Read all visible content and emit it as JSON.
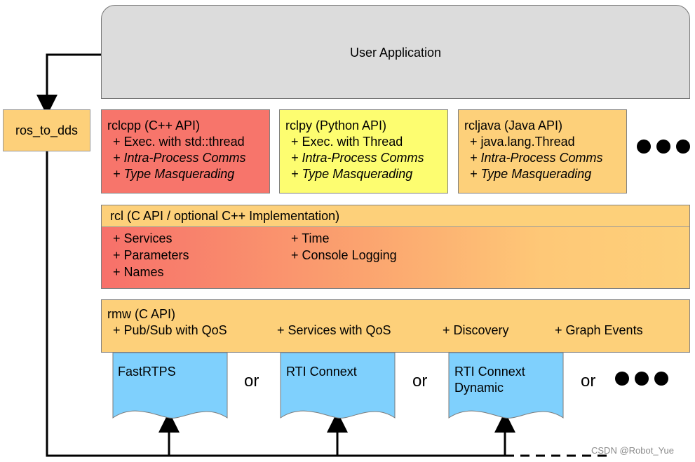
{
  "user_application": "User Application",
  "ros_to_dds": "ros_to_dds",
  "clients": [
    {
      "title": "rclcpp (C++ API)",
      "lines": [
        "+ Exec. with std::thread",
        "+ Intra-Process Comms",
        "+ Type Masquerading"
      ]
    },
    {
      "title": "rclpy (Python API)",
      "lines": [
        "+ Exec. with Thread",
        "+ Intra-Process Comms",
        "+ Type Masquerading"
      ]
    },
    {
      "title": "rcljava (Java API)",
      "lines": [
        "+ java.lang.Thread",
        "+ Intra-Process Comms",
        "+ Type Masquerading"
      ]
    }
  ],
  "rcl": {
    "title": "rcl (C API / optional C++ Implementation)",
    "left_items": [
      "+ Services",
      "+ Parameters",
      "+ Names"
    ],
    "right_items": [
      "+ Time",
      "+ Console Logging"
    ]
  },
  "rmw": {
    "title": "rmw (C API)",
    "features": [
      "+ Pub/Sub with QoS",
      "+ Services with QoS",
      "+ Discovery",
      "+ Graph Events"
    ]
  },
  "implementations": [
    "FastRTPS",
    "RTI Connext",
    "RTI Connext Dynamic"
  ],
  "or_label": "or",
  "watermark": "CSDN @Robot_Yue",
  "colors": {
    "rclcpp": "#f7756b",
    "rclpy": "#fdfd70",
    "rcljava": "#fdd07a",
    "rmw": "#fdd07a",
    "dds_docs": "#7fd0fd",
    "user_app": "#dcdcdc"
  }
}
